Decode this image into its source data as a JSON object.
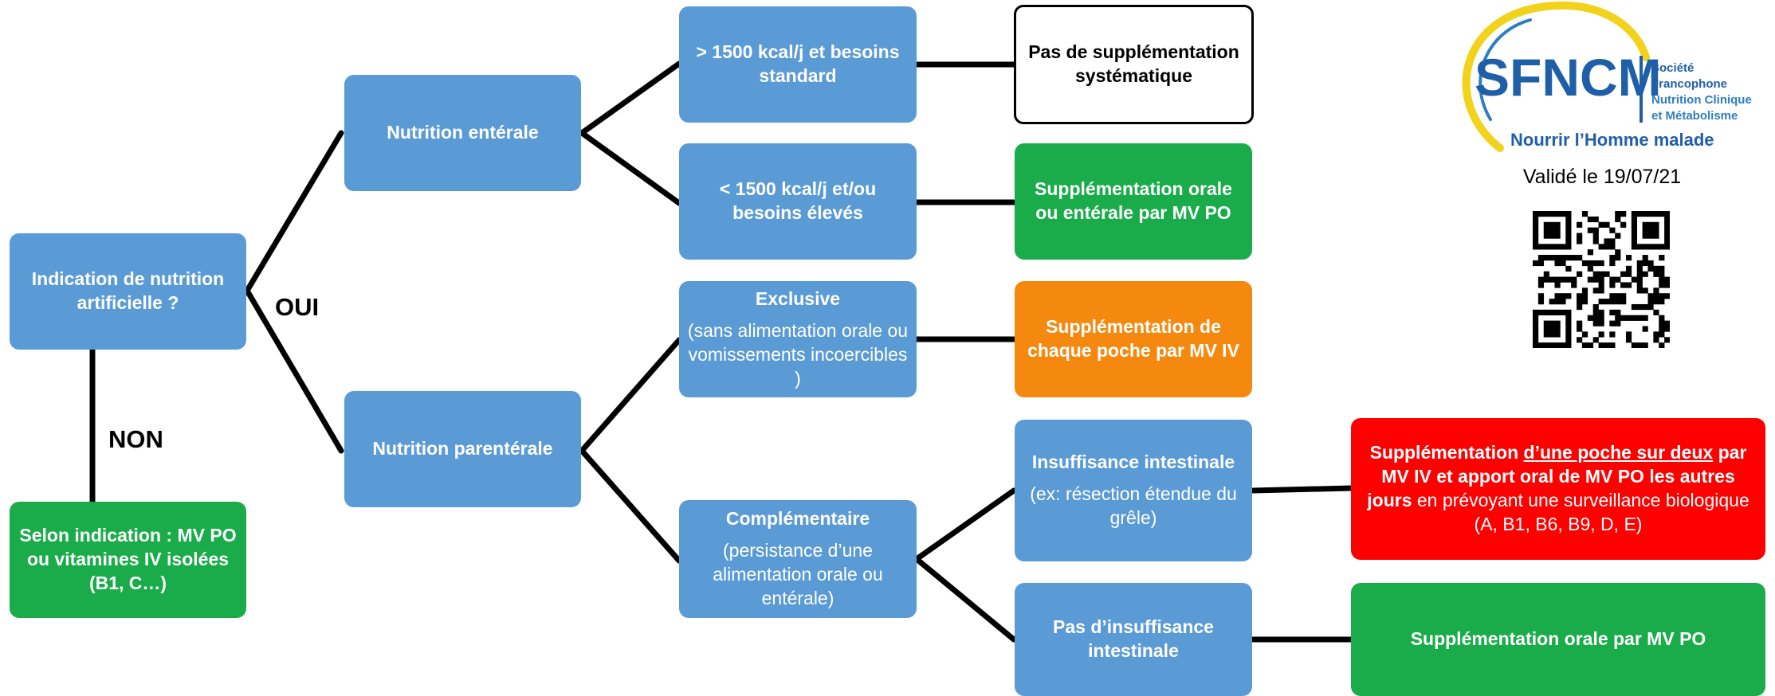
{
  "colors": {
    "blue": "#5b9bd5",
    "green": "#1aac4a",
    "orange": "#f5890f",
    "red": "#fe0000",
    "brand_blue": "#1f5fa8",
    "brand_yellow": "#f2d21b"
  },
  "nodes": {
    "start": "Indication de nutrition artificielle ?",
    "non_result": "Selon indication : MV PO ou vitamines IV isolées (B1, C…)",
    "enterale": "Nutrition entérale",
    "parenterale": "Nutrition parentérale",
    "standard": "> 1500 kcal/j et besoins standard",
    "eleves": "< 1500 kcal/j et/ou besoins élevés",
    "exclusive": {
      "title": "Exclusive",
      "sub": "(sans alimentation orale ou vomissements incoercibles )"
    },
    "complementaire": {
      "title": "Complémentaire",
      "sub": "(persistance d’une alimentation orale ou entérale)"
    },
    "insuffisance": {
      "title": "Insuffisance intestinale",
      "sub": "(ex: résection étendue du grêle)"
    },
    "pas_insuffisance": "Pas d’insuffisance intestinale",
    "pas_suppl": "Pas de supplémentation systématique",
    "suppl_orale_enterale": "Supplémentation orale ou entérale par MV PO",
    "suppl_poche": "Supplémentation de chaque poche par MV IV",
    "suppl_deux": {
      "part1": "Supplémentation ",
      "part2": "d’une poche sur deux",
      "part3": "par MV IV et apport oral de MV PO",
      "part4": "les autres jours",
      "part5": " en prévoyant une surveillance biologique (A, B1, B6, B9, D, E)"
    },
    "suppl_orale": "Supplémentation orale par MV PO"
  },
  "labels": {
    "oui": "OUI",
    "non": "NON"
  },
  "logo": {
    "acronym": "SFNCM",
    "line1": "Société",
    "line2": "Francophone",
    "line3": "Nutrition Clinique",
    "line4": "et Métabolisme",
    "tagline": "Nourrir l’Homme malade"
  },
  "validated": "Validé le 19/07/21",
  "qr_icon": "qr-code-icon"
}
